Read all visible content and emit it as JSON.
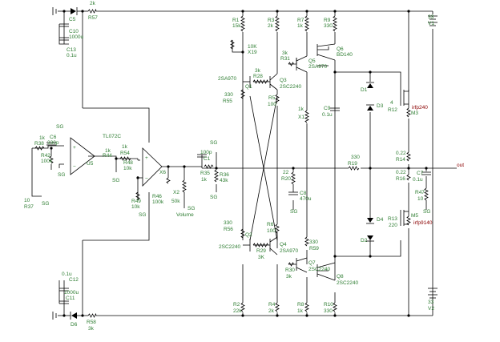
{
  "labels": {
    "r57": "R57",
    "r57v": "2k",
    "c5": "C5",
    "c10": "C10",
    "c10v": "1000u",
    "c13": "C13",
    "c13v": "0.1u",
    "r1": "R1",
    "r1v": "15k",
    "r3": "R3",
    "r3v": "2k",
    "r7": "R7",
    "r7v": "1k",
    "r9": "R9",
    "r9v": "330",
    "v1v": "33",
    "v1": "V1",
    "x19v": "10K",
    "x19": "X19",
    "r31v": "3k",
    "r31": "R31",
    "q5": "Q5",
    "q5p": "2SA970",
    "q6": "Q6",
    "q6p": "BD140",
    "r28v": "3k",
    "r28": "R28",
    "q1p": "2SA970",
    "q1": "Q1",
    "q3": "Q3",
    "q3p": "2SC2240",
    "r55v": "330",
    "r55": "R55",
    "r5": "R5",
    "r5v": "100",
    "x1v": "1k",
    "x1": "X1",
    "c9": "C9",
    "c9v": "0.1u",
    "d1": "D1",
    "d3": "D3",
    "r12v": "4",
    "r12": "R12",
    "m3p": "irfp240",
    "m3": "M3",
    "tl": "TL072C",
    "r38v": "1k",
    "r38": "R38",
    "c6": "C6",
    "c6v": "330p",
    "r42": "R42",
    "r42v": "100k",
    "sg": "SG",
    "u3": "U5",
    "u6": "X6",
    "r44v": "1k",
    "r44": "R44",
    "r54v": "1k",
    "r54": "R54",
    "r48": "R48",
    "r48v": "10k",
    "r49": "R49",
    "r49v": "10k",
    "r46": "R46",
    "r46v": "100k",
    "c1v": "100p",
    "c1": "C1",
    "r35": "R35",
    "r35v": "1k",
    "r36": "R36",
    "r36v": "43k",
    "x2": "X2",
    "x2v": "50k",
    "volume": "Volume",
    "r37v": "10",
    "r37": "R37",
    "r20v": "22",
    "r20": "R20",
    "c8": "C8",
    "c8v": "470u",
    "r19v": "330",
    "r19": "R19",
    "r14v": "0.22",
    "r14": "R14",
    "r16v": "0.22",
    "r16": "R16",
    "c7": "C7",
    "c7v": "0.1u",
    "r47": "R47",
    "r47v": "10",
    "out": "out",
    "r56v": "330",
    "r56": "R56",
    "q2": "Q2",
    "q2p": "2SC2240",
    "r6": "R6",
    "r6v": "100",
    "q4": "Q4",
    "q4p": "2SA970",
    "r29": "R29",
    "r29v": "3K",
    "r59v": "330",
    "r59": "R59",
    "q7": "Q7",
    "q7p": "2SC2240",
    "q8": "Q8",
    "q8p": "2SC2240",
    "r30": "R30",
    "r30v": "3k",
    "d4": "D4",
    "d2": "D2",
    "r13": "R13",
    "r13v": "220",
    "m5": "M5",
    "m5p": "irfp9140",
    "c12v": "0.1u",
    "c12": "C12",
    "c11v": "1000u",
    "c11": "C11",
    "r58": "R58",
    "r58v": "3k",
    "d6": "D6",
    "r2": "R2",
    "r2v": "22k",
    "r4": "R4",
    "r4v": "2k",
    "r8": "R8",
    "r8v": "1k",
    "r10": "R10",
    "r10v": "330",
    "v2v": "33",
    "v2": "V2"
  }
}
